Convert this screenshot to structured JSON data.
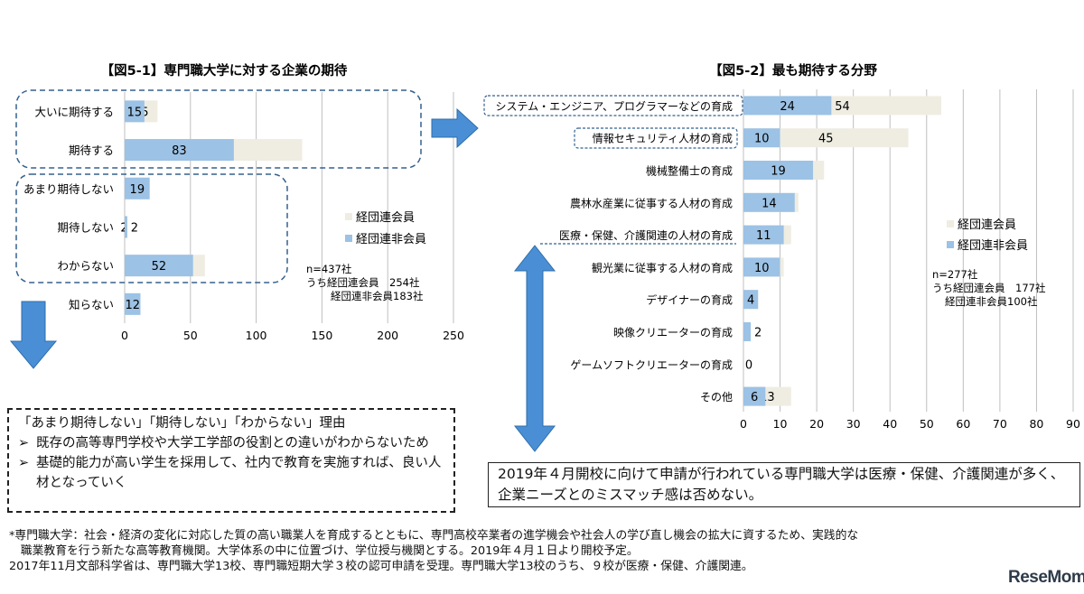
{
  "charts": [
    {
      "title": "【図5-1】専門職大学に対する企業の期待",
      "type": "bar",
      "categories": [
        "大いに期待する",
        "期待する",
        "あまり期待しない",
        "期待しない",
        "わからない",
        "知らない"
      ],
      "series": [
        {
          "name": "経団連会員",
          "values": [
            25,
            135,
            19,
            2,
            61,
            12
          ]
        },
        {
          "name": "経団連非会員",
          "values": [
            15,
            83,
            19,
            2,
            52,
            12
          ]
        }
      ],
      "xlim": [
        0,
        250
      ],
      "xticks": [
        "0",
        "50",
        "100",
        "150",
        "200",
        "250"
      ],
      "sample": [
        "n=437社",
        "うち経団連会員　254社",
        "経団連非会員183社"
      ]
    },
    {
      "title": "【図5-2】最も期待する分野",
      "type": "bar",
      "categories": [
        "システム・エンジニア、プログラマーなどの育成",
        "情報セキュリティ人材の育成",
        "機械整備士の育成",
        "農林水産業に従事する人材の育成",
        "医療・保健、介護関連の人材の育成",
        "観光業に従事する人材の育成",
        "デザイナーの育成",
        "映像クリエーターの育成",
        "ゲームソフトクリエーターの育成",
        "その他"
      ],
      "series": [
        {
          "name": "経団連会員",
          "values": [
            54,
            45,
            22,
            15,
            13,
            11,
            4,
            0,
            0,
            13
          ]
        },
        {
          "name": "経団連非会員",
          "values": [
            24,
            10,
            19,
            14,
            11,
            10,
            4,
            2,
            0,
            6
          ]
        }
      ],
      "xlim": [
        0,
        90
      ],
      "xticks": [
        "0",
        "10",
        "20",
        "30",
        "40",
        "50",
        "60",
        "70",
        "80",
        "90"
      ],
      "sample": [
        "n=277社",
        "うち経団連会員　177社",
        "経団連非会員100社"
      ]
    }
  ],
  "colors": {
    "member": "#efede2",
    "nonmember": "#9cc2e5",
    "grid": "#bfbfbf",
    "arrow_fill": "#4a8fd6",
    "arrow_stroke": "#2f6ea8",
    "dash": "#35608e"
  },
  "reason_box": {
    "heading": "「あまり期待しない」「期待しない」「わからない」理由",
    "bullet_mark": "➢",
    "items": [
      "既存の高等専門学校や大学工学部の役割との違いがわからないため",
      "基礎的能力が高い学生を採用して、社内で教育を実施すれば、良い人材となっていく"
    ]
  },
  "conclusion": "2019年４月開校に向けて申請が行われている専門職大学は医療・保健、介護関連が多く、企業ニーズとのミスマッチ感は否めない。",
  "footnote": [
    "*専門職大学：社会・経済の変化に対応した質の高い職業人を育成するとともに、専門高校卒業者の進学機会や社会人の学び直し機会の拡大に資するため、実践的な",
    "　職業教育を行う新たな高等教育機関。大学体系の中に位置づけ、学位授与機関とする。2019年４月１日より開校予定。",
    "2017年11月文部科学省は、専門職大学13校、専門職短期大学３校の認可申請を受理。専門職大学13校のうち、９校が医療・保健、介護関連。"
  ],
  "logo": "ReseMom"
}
